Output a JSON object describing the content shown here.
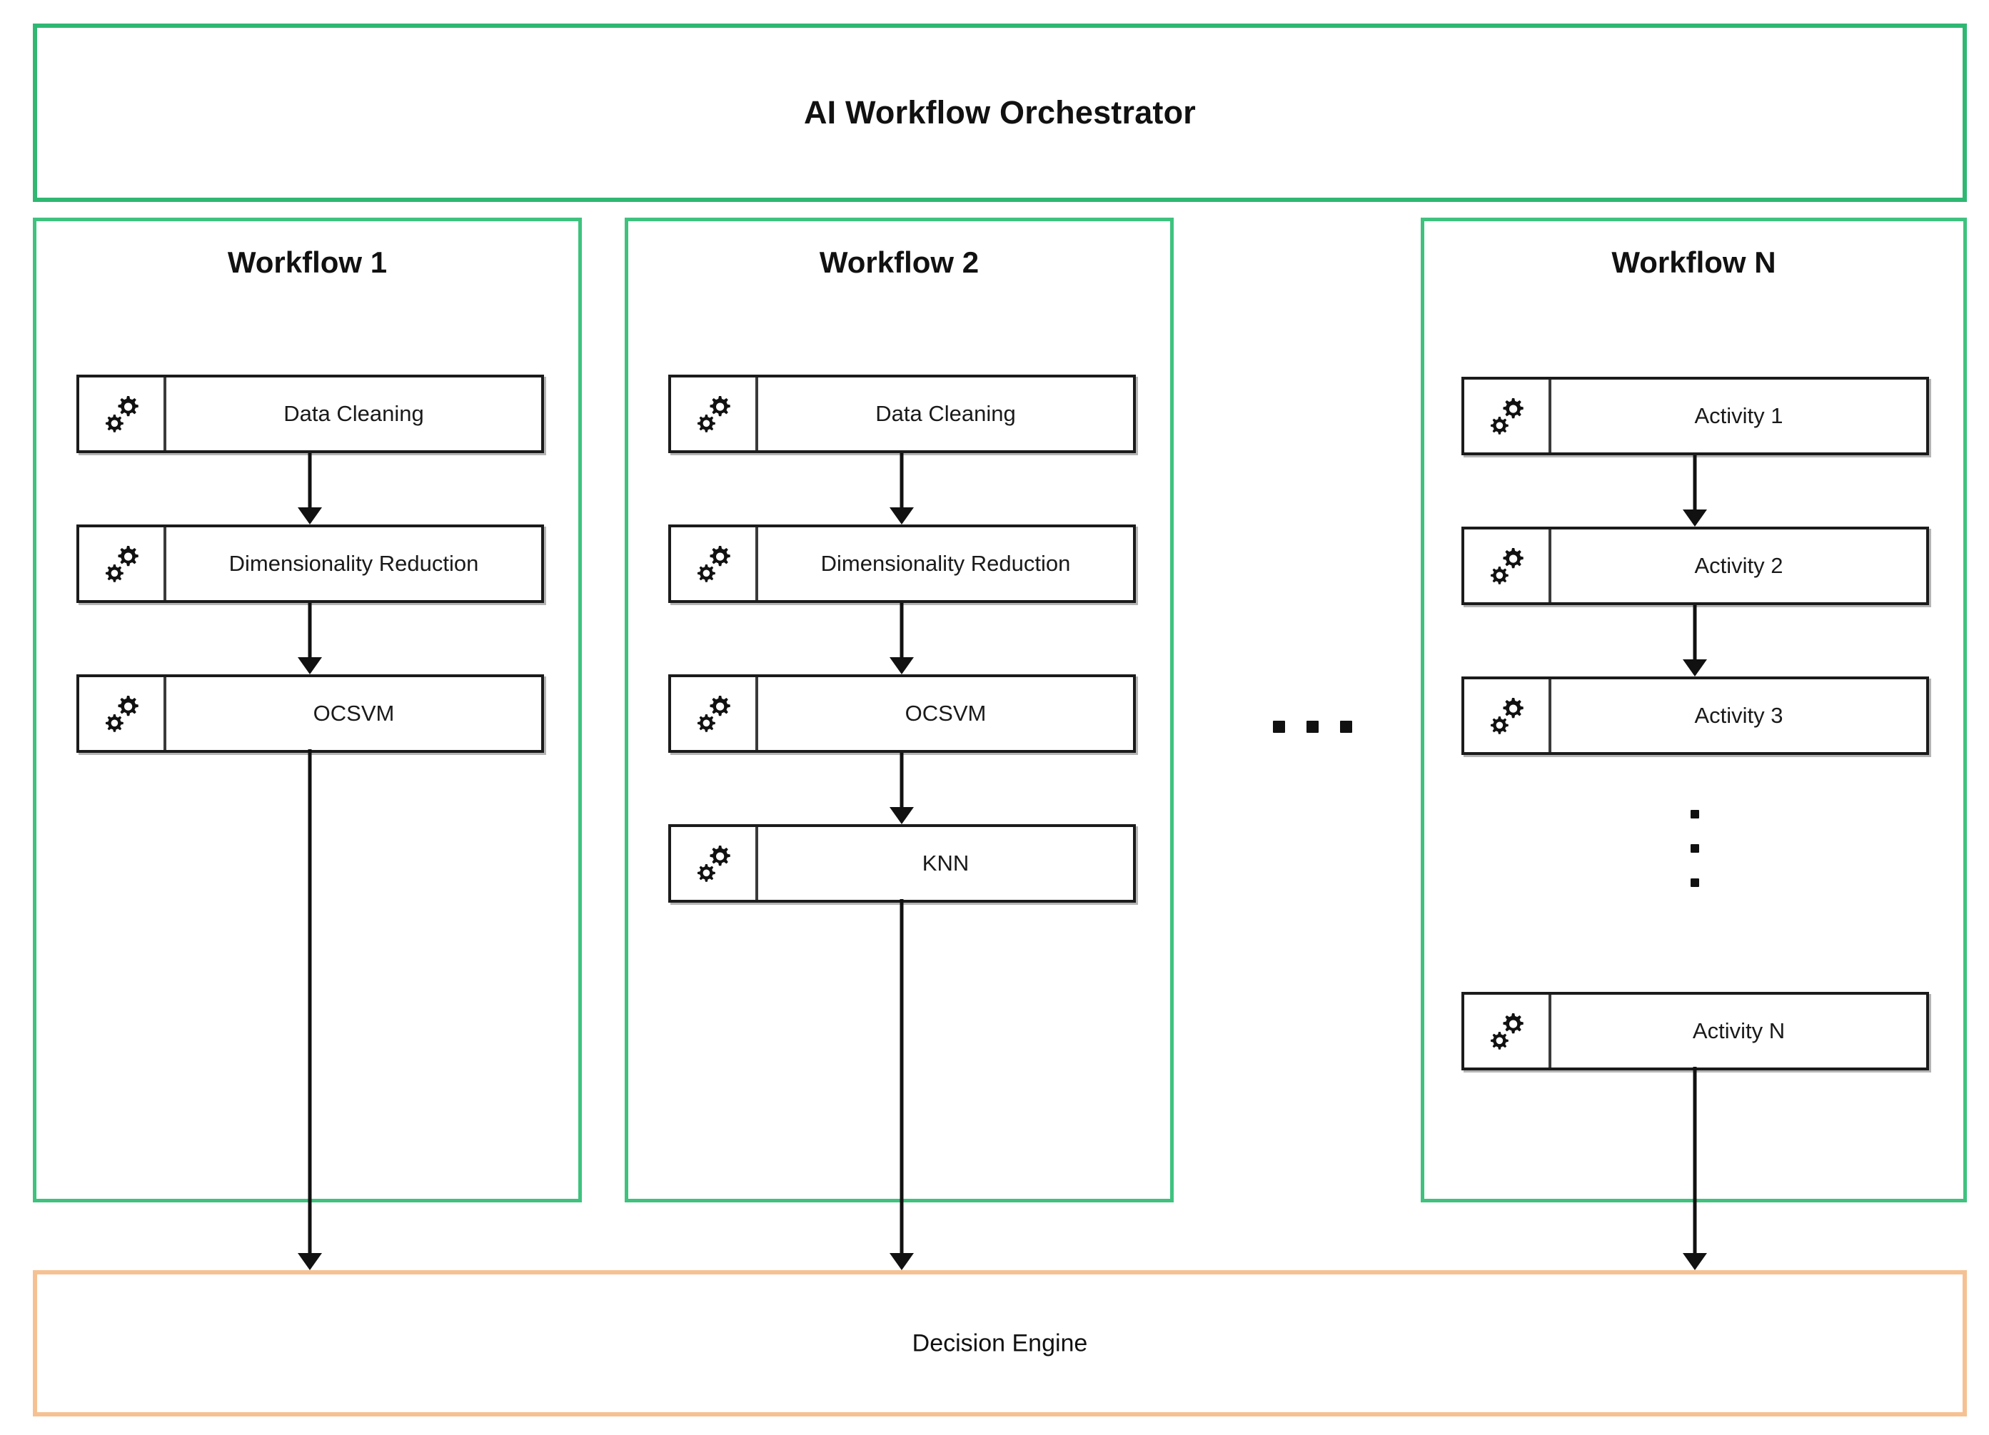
{
  "diagram": {
    "title": "AI Workflow Orchestrator",
    "icon_name": "gears-icon",
    "colors": {
      "orchestrator_border": "#2eb872",
      "workflow_border": "#3ec27e",
      "decision_border": "#f6c192",
      "node_border": "#1b1b1b",
      "arrow": "#111111",
      "background": "#ffffff"
    }
  },
  "orchestrator": {
    "title": "AI Workflow Orchestrator"
  },
  "workflows": [
    {
      "title": "Workflow 1",
      "activities": [
        {
          "label": "Data Cleaning"
        },
        {
          "label": "Dimensionality Reduction"
        },
        {
          "label": "OCSVM"
        }
      ]
    },
    {
      "title": "Workflow 2",
      "activities": [
        {
          "label": "Data Cleaning"
        },
        {
          "label": "Dimensionality Reduction"
        },
        {
          "label": "OCSVM"
        },
        {
          "label": "KNN"
        }
      ]
    },
    {
      "title": "Workflow N",
      "activities": [
        {
          "label": "Activity 1"
        },
        {
          "label": "Activity 2"
        },
        {
          "label": "Activity 3"
        },
        {
          "label": "Activity N"
        }
      ],
      "vertical_ellipsis": "..."
    }
  ],
  "between_workflows": {
    "horizontal_ellipsis": "..."
  },
  "decision_engine": {
    "title": "Decision Engine"
  }
}
